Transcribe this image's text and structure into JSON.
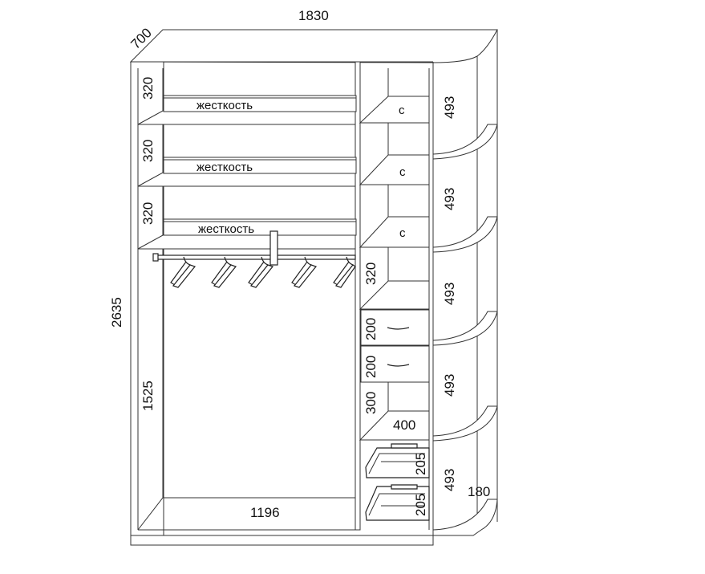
{
  "dimensions": {
    "total_width": "1830",
    "depth": "700",
    "total_height": "2635",
    "left_shelf_1": "320",
    "left_shelf_2": "320",
    "left_shelf_3": "320",
    "hanging_height": "1525",
    "inner_width": "1196",
    "mid_shelf": "320",
    "drawer_1": "200",
    "drawer_2": "200",
    "mid_lower": "300",
    "mid_width": "400",
    "basket_1": "205",
    "basket_2": "205",
    "corner_1": "493",
    "corner_2": "493",
    "corner_3": "493",
    "corner_4": "493",
    "corner_5": "493",
    "corner_depth": "180"
  },
  "labels": {
    "stiffener_1": "жесткость",
    "stiffener_2": "жесткость",
    "stiffener_3": "жесткость",
    "mark_c_1": "с",
    "mark_c_2": "с",
    "mark_c_3": "с"
  }
}
